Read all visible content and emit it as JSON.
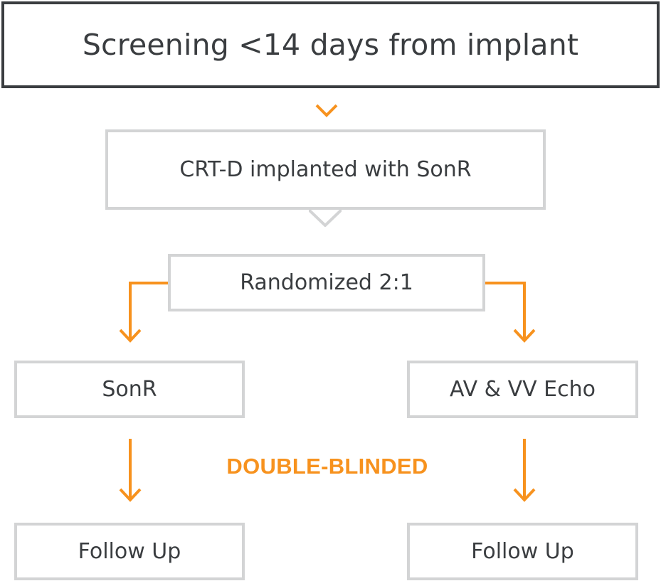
{
  "diagram": {
    "screening_label": "Screening <14 days from implant",
    "crt_label": "CRT-D implanted with SonR",
    "randomized_label": "Randomized 2:1",
    "left_arm_label": "SonR",
    "right_arm_label": "AV & VV Echo",
    "blinding_label": "DOUBLE-BLINDED",
    "left_followup_label": "Follow Up",
    "right_followup_label": "Follow Up"
  },
  "colors": {
    "accent": "#f7921e",
    "dark_border": "#3a3d40",
    "light_border": "#d3d4d5",
    "text": "#3a3d40"
  }
}
